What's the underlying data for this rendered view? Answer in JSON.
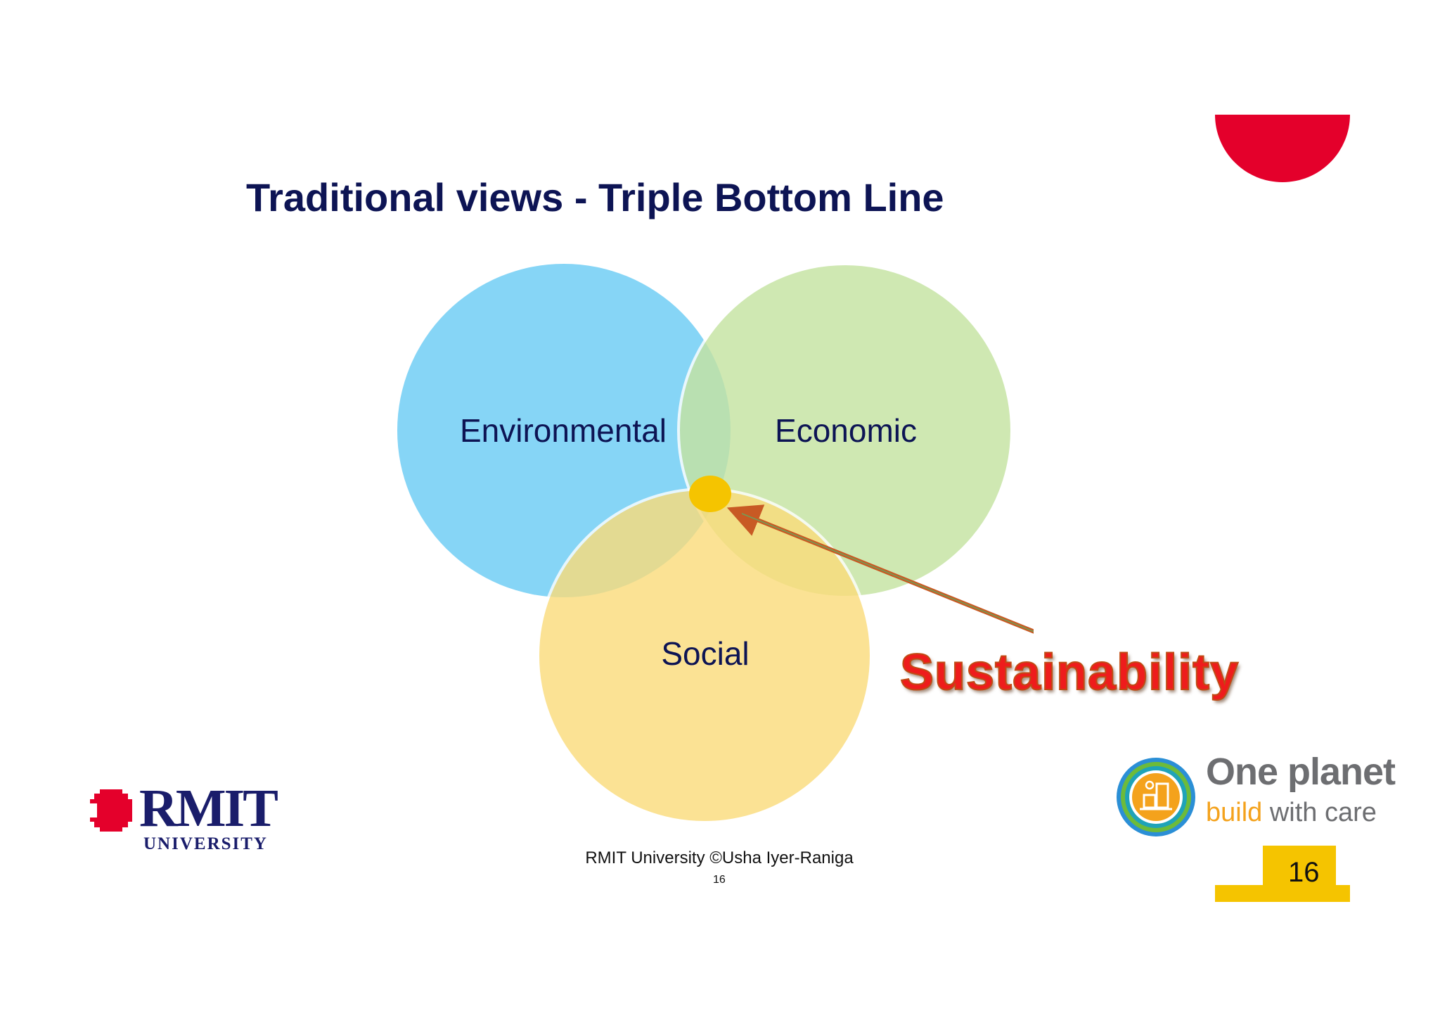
{
  "slide": {
    "title": "Traditional views - Triple Bottom Line",
    "venn": {
      "environmental": "Environmental",
      "economic": "Economic",
      "social": "Social"
    },
    "callout": "Sustainability",
    "footer": {
      "credit": "RMIT University ©Usha Iyer-Raniga",
      "page_small": "16"
    },
    "page_number": "16"
  },
  "logos": {
    "rmit": {
      "name": "RMIT",
      "sub": "UNIVERSITY"
    },
    "one_planet": {
      "line1": "One planet",
      "build": "build",
      "with_care": "with care"
    }
  },
  "colors": {
    "title": "#0d1454",
    "environmental": "#7fd3f5",
    "economic": "#c5e3a2",
    "social": "#fbdc7a",
    "center_dot": "#f5c400",
    "callout": "#ee1c1c",
    "arrow": "#c85a24",
    "accent_red": "#e4002b",
    "accent_yellow": "#f5c400"
  }
}
